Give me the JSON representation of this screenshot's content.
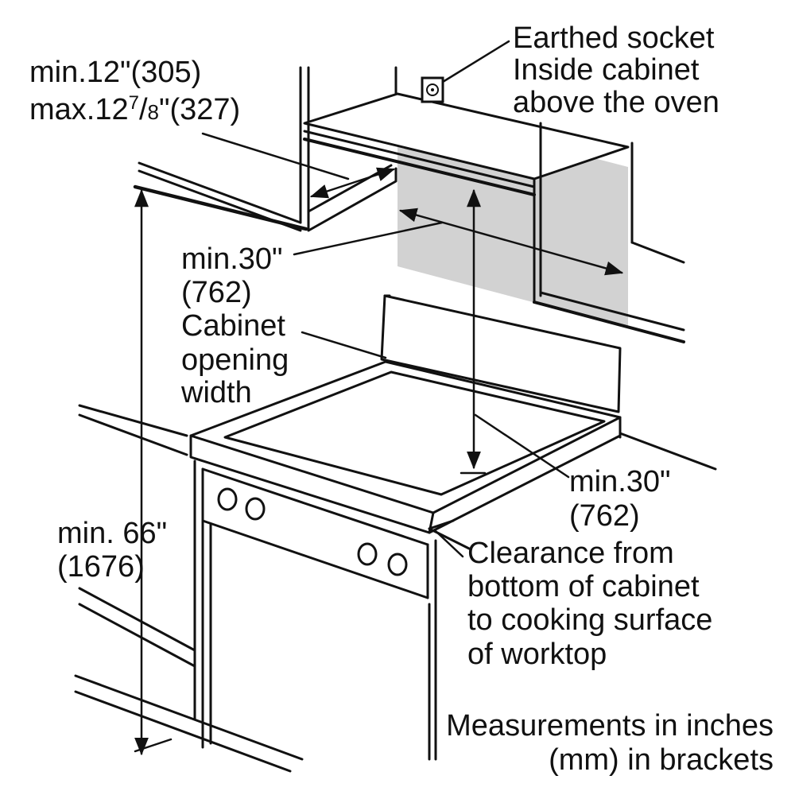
{
  "colors": {
    "ink": "#111111",
    "shade": "#d2d2d2",
    "shade_light": "#e8e8e8",
    "background": "#ffffff"
  },
  "labels": {
    "socket": [
      "Earthed socket",
      "Inside cabinet",
      "above the oven"
    ],
    "cabinet_depth": {
      "min_text": "min.12\"(305)",
      "max_prefix": "max.12",
      "max_sup": "7",
      "max_slash": "/",
      "max_sub": "8",
      "max_suffix": "\"(327)"
    },
    "opening_width": [
      "min.30\"",
      "(762)",
      "Cabinet",
      "opening",
      "width"
    ],
    "height_total": [
      "min. 66\"",
      "(1676)"
    ],
    "clearance_value": [
      "min.30\"",
      "(762)"
    ],
    "clearance_desc": [
      "Clearance from",
      "bottom of cabinet",
      "to cooking surface",
      "of worktop"
    ],
    "note": [
      "Measurements in inches",
      "(mm) in brackets"
    ]
  }
}
